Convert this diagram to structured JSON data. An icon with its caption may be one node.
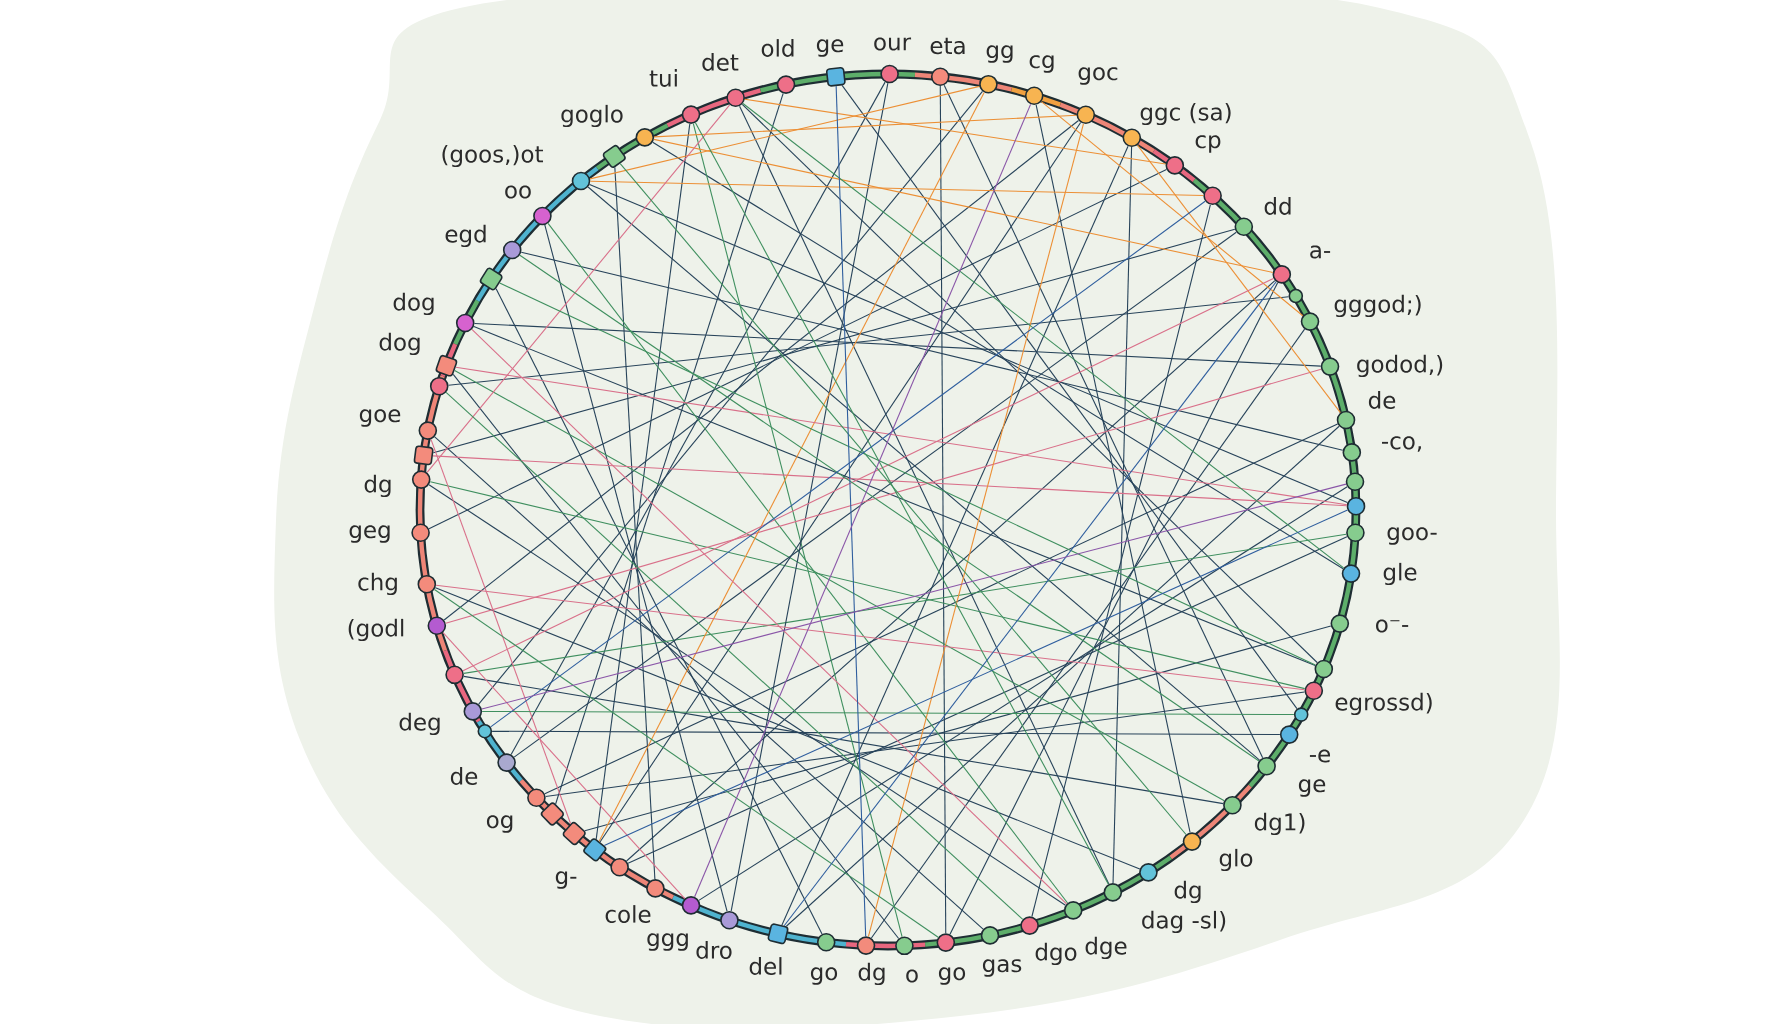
{
  "diagram": {
    "nodes": [
      {
        "text": [],
        "shape": "circle",
        "beside": [
          "dog"
        ]
      },
      {
        "text": [],
        "shape": "box"
      },
      {
        "text": [],
        "shape": "circle",
        "beside": [
          "egd"
        ]
      },
      {
        "text": [],
        "shape": "circle",
        "beside": [
          "oo"
        ]
      },
      {
        "text": [],
        "shape": "circle",
        "beside": [
          "(goos,)ot"
        ]
      },
      {
        "text": [],
        "shape": "box"
      },
      {
        "text": [],
        "shape": "circle",
        "beside": [
          "goglo"
        ]
      },
      {
        "text": [],
        "shape": "circle",
        "beside": [
          "tui"
        ]
      },
      {
        "text": [],
        "shape": "circle",
        "beside": [
          "det"
        ]
      },
      {
        "text": [],
        "shape": "circle",
        "beside": [
          "old"
        ]
      },
      {
        "text": [],
        "shape": "box",
        "beside": [
          "ge"
        ]
      },
      {
        "text": [],
        "shape": "circle",
        "beside": [
          "our"
        ]
      },
      {
        "text": [],
        "shape": "circle",
        "beside": [
          "eta"
        ]
      },
      {
        "text": [],
        "shape": "circle",
        "beside": [
          "gg"
        ]
      },
      {
        "text": [],
        "shape": "circle",
        "beside": [
          "cg"
        ]
      },
      {
        "text": [],
        "shape": "circle",
        "beside": [
          "goc"
        ]
      },
      {
        "text": [],
        "shape": "circle",
        "beside": [
          "ggc (sa)"
        ]
      },
      {
        "text": [],
        "shape": "circle",
        "beside": [
          "cp"
        ]
      },
      {
        "text": [],
        "shape": "circle"
      },
      {
        "text": [],
        "shape": "circle",
        "beside": [
          "dd"
        ]
      },
      {
        "text": [],
        "shape": "circle",
        "beside": [
          "a-"
        ]
      },
      {
        "text": [],
        "shape": "circle"
      },
      {
        "text": [],
        "shape": "circle",
        "beside": [
          "gggod;)"
        ]
      },
      {
        "text": [],
        "shape": "circle",
        "beside": [
          "godod,)"
        ]
      },
      {
        "text": [],
        "shape": "circle",
        "beside": [
          "de"
        ]
      },
      {
        "text": [],
        "shape": "circle",
        "beside": [
          "-co,"
        ]
      },
      {
        "text": [],
        "shape": "circle"
      },
      {
        "text": [],
        "shape": "circle"
      },
      {
        "text": [],
        "shape": "circle",
        "beside": [
          "goo-"
        ]
      },
      {
        "text": [],
        "shape": "circle",
        "beside": [
          "gle"
        ]
      },
      {
        "text": [],
        "shape": "circle",
        "beside": [
          "o⁻-"
        ]
      },
      {
        "text": [],
        "shape": "circle"
      },
      {
        "text": [],
        "shape": "circle",
        "beside": [
          "egrossd)"
        ]
      },
      {
        "text": [],
        "shape": "circle"
      },
      {
        "text": [],
        "shape": "circle",
        "beside": [
          "-e"
        ]
      },
      {
        "text": [],
        "shape": "circle",
        "beside": [
          "ge"
        ]
      },
      {
        "text": [],
        "shape": "circle",
        "beside": [
          "dg1)"
        ]
      },
      {
        "text": [],
        "shape": "circle",
        "beside": [
          "glo"
        ]
      },
      {
        "text": [],
        "shape": "circle",
        "beside": [
          "dg"
        ]
      },
      {
        "text": [],
        "shape": "circle",
        "beside": [
          "dag -sl)"
        ]
      },
      {
        "text": [],
        "shape": "circle",
        "beside": [
          "dge"
        ]
      },
      {
        "text": [],
        "shape": "circle",
        "beside": [
          "dgo"
        ]
      },
      {
        "text": [],
        "shape": "circle",
        "beside": [
          "gas"
        ]
      },
      {
        "text": [],
        "shape": "circle",
        "beside": [
          "go"
        ]
      },
      {
        "text": [],
        "shape": "circle",
        "beside": [
          "o"
        ]
      },
      {
        "text": [],
        "shape": "circle",
        "beside": [
          "dg"
        ]
      },
      {
        "text": [],
        "shape": "circle",
        "beside": [
          "go"
        ]
      },
      {
        "text": [],
        "shape": "box",
        "beside": [
          "del"
        ]
      },
      {
        "text": [],
        "shape": "circle",
        "beside": [
          "dro"
        ]
      },
      {
        "text": [],
        "shape": "circle",
        "beside": [
          "ggg"
        ]
      },
      {
        "text": [],
        "shape": "circle",
        "beside": [
          "cole"
        ]
      },
      {
        "text": [],
        "shape": "circle"
      },
      {
        "text": [],
        "shape": "box",
        "beside": [
          "g-"
        ]
      },
      {
        "text": [],
        "shape": "box"
      },
      {
        "text": [],
        "shape": "box"
      },
      {
        "text": [],
        "shape": "circle",
        "beside": [
          "og"
        ]
      },
      {
        "text": [],
        "shape": "circle",
        "beside": [
          "de"
        ]
      },
      {
        "text": [],
        "shape": "circle"
      },
      {
        "text": [],
        "shape": "circle",
        "beside": [
          "deg"
        ]
      },
      {
        "text": [],
        "shape": "circle"
      },
      {
        "text": [],
        "shape": "circle",
        "beside": [
          "(godl"
        ]
      },
      {
        "text": [],
        "shape": "circle",
        "beside": [
          "chg"
        ]
      },
      {
        "text": [],
        "shape": "circle",
        "beside": [
          "geg"
        ]
      },
      {
        "text": [],
        "shape": "circle",
        "beside": [
          "dg"
        ]
      },
      {
        "text": [],
        "shape": "box"
      },
      {
        "text": [],
        "shape": "circle",
        "beside": [
          "goe"
        ]
      },
      {
        "text": [],
        "shape": "circle"
      },
      {
        "text": [],
        "shape": "box",
        "beside": [
          "dog"
        ]
      }
    ],
    "edges": [
      {
        "from": 0,
        "to": 23,
        "arrow": "none"
      },
      {
        "from": 2,
        "to": 25,
        "arrow": "none"
      },
      {
        "from": 4,
        "to": 27,
        "arrow": "none"
      },
      {
        "from": 6,
        "to": 29,
        "arrow": "none"
      },
      {
        "from": 8,
        "to": 31,
        "arrow": "none"
      },
      {
        "from": 10,
        "to": 33,
        "arrow": "none"
      },
      {
        "from": 12,
        "to": 35,
        "arrow": "none"
      },
      {
        "from": 14,
        "to": 37,
        "arrow": "none"
      },
      {
        "from": 16,
        "to": 39,
        "arrow": "none"
      },
      {
        "from": 18,
        "to": 41,
        "arrow": "none"
      },
      {
        "from": 20,
        "to": 43,
        "arrow": "none"
      },
      {
        "from": 22,
        "to": 45,
        "arrow": "none"
      },
      {
        "from": 24,
        "to": 47,
        "arrow": "none"
      },
      {
        "from": 26,
        "to": 49,
        "arrow": "none"
      },
      {
        "from": 28,
        "to": 51,
        "arrow": "none"
      },
      {
        "from": 30,
        "to": 53,
        "arrow": "none"
      },
      {
        "from": 32,
        "to": 55,
        "arrow": "none"
      },
      {
        "from": 34,
        "to": 57,
        "arrow": "none"
      },
      {
        "from": 36,
        "to": 59,
        "arrow": "none"
      },
      {
        "from": 38,
        "to": 61,
        "arrow": "none"
      },
      {
        "from": 40,
        "to": 63,
        "arrow": "none"
      },
      {
        "from": 42,
        "to": 65,
        "arrow": "none"
      },
      {
        "from": 44,
        "to": 67,
        "arrow": "none"
      },
      {
        "from": 46,
        "to": 1,
        "arrow": "none"
      },
      {
        "from": 48,
        "to": 3,
        "arrow": "none"
      },
      {
        "from": 50,
        "to": 5,
        "arrow": "none"
      },
      {
        "from": 52,
        "to": 7,
        "arrow": "none"
      },
      {
        "from": 54,
        "to": 9,
        "arrow": "none"
      },
      {
        "from": 56,
        "to": 11,
        "arrow": "none"
      },
      {
        "from": 58,
        "to": 13,
        "arrow": "none"
      },
      {
        "from": 60,
        "to": 15,
        "arrow": "none"
      },
      {
        "from": 62,
        "to": 17,
        "arrow": "none"
      },
      {
        "from": 64,
        "to": 19,
        "arrow": "none"
      },
      {
        "from": 66,
        "to": 21,
        "arrow": "none"
      },
      {
        "from": 0,
        "to": 31,
        "arrow": "none"
      },
      {
        "from": 4,
        "to": 35,
        "arrow": "none"
      },
      {
        "from": 8,
        "to": 39,
        "arrow": "none"
      },
      {
        "from": 12,
        "to": 43,
        "arrow": "none"
      },
      {
        "from": 16,
        "to": 47,
        "arrow": "none"
      },
      {
        "from": 20,
        "to": 51,
        "arrow": "none"
      },
      {
        "from": 24,
        "to": 55,
        "arrow": "none"
      },
      {
        "from": 28,
        "to": 59,
        "arrow": "none",
        "color": "#3f8f5f"
      },
      {
        "from": 32,
        "to": 63,
        "arrow": "none",
        "color": "#3f8f5f"
      },
      {
        "from": 36,
        "to": 67,
        "arrow": "none",
        "color": "#3f8f5f"
      },
      {
        "from": 40,
        "to": 3,
        "arrow": "none",
        "color": "#3f8f5f"
      },
      {
        "from": 44,
        "to": 7,
        "arrow": "none",
        "color": "#3f8f5f"
      },
      {
        "from": 48,
        "to": 11,
        "arrow": "none"
      },
      {
        "from": 52,
        "to": 15,
        "arrow": "none"
      },
      {
        "from": 56,
        "to": 19,
        "arrow": "none"
      },
      {
        "from": 60,
        "to": 23,
        "arrow": "none",
        "color": "#d9708a"
      },
      {
        "from": 64,
        "to": 27,
        "arrow": "none",
        "color": "#d9708a"
      },
      {
        "from": 13,
        "to": 4,
        "arrow": "none",
        "color": "#ec8f35"
      },
      {
        "from": 14,
        "to": 22,
        "arrow": "none",
        "color": "#ec8f35"
      },
      {
        "from": 15,
        "to": 6,
        "arrow": "none",
        "color": "#ec8f35"
      },
      {
        "from": 16,
        "to": 24,
        "arrow": "none",
        "color": "#ec8f35"
      },
      {
        "from": 13,
        "to": 52,
        "arrow": "none",
        "color": "#ec8f35"
      },
      {
        "from": 15,
        "to": 45,
        "arrow": "none",
        "color": "#ec8f35"
      },
      {
        "from": 6,
        "to": 20,
        "arrow": "none",
        "color": "#ec8f35"
      },
      {
        "from": 4,
        "to": 18,
        "arrow": "none",
        "color": "#ec8f35"
      },
      {
        "from": 8,
        "to": 17,
        "arrow": "none",
        "color": "#ec8f35"
      },
      {
        "from": 59,
        "to": 20,
        "arrow": "none",
        "color": "#d9708a"
      },
      {
        "from": 61,
        "to": 32,
        "arrow": "none",
        "color": "#d9708a"
      },
      {
        "from": 63,
        "to": 8,
        "arrow": "none",
        "color": "#d9708a"
      },
      {
        "from": 65,
        "to": 53,
        "arrow": "none",
        "color": "#d9708a"
      },
      {
        "from": 67,
        "to": 27,
        "arrow": "none",
        "color": "#d9708a"
      },
      {
        "from": 60,
        "to": 49,
        "arrow": "none",
        "color": "#d9708a"
      },
      {
        "from": 0,
        "to": 40,
        "arrow": "none",
        "color": "#d9708a"
      },
      {
        "from": 29,
        "to": 8,
        "arrow": "none",
        "color": "#3f8f5f"
      },
      {
        "from": 31,
        "to": 1,
        "arrow": "none",
        "color": "#3f8f5f"
      },
      {
        "from": 33,
        "to": 58,
        "arrow": "none",
        "color": "#3f8f5f"
      },
      {
        "from": 35,
        "to": 2,
        "arrow": "none",
        "color": "#3f8f5f"
      },
      {
        "from": 37,
        "to": 5,
        "arrow": "none",
        "color": "#3f8f5f"
      },
      {
        "from": 39,
        "to": 7,
        "arrow": "none",
        "color": "#3f8f5f"
      },
      {
        "from": 41,
        "to": 66,
        "arrow": "none",
        "color": "#3f8f5f"
      },
      {
        "from": 43,
        "to": 61,
        "arrow": "none",
        "color": "#3f8f5f"
      },
      {
        "from": 10,
        "to": 45,
        "arrow": "none",
        "color": "#2f5e9e"
      },
      {
        "from": 27,
        "to": 52,
        "arrow": "none",
        "color": "#2f5e9e"
      },
      {
        "from": 47,
        "to": 20,
        "arrow": "none",
        "color": "#2f5e9e"
      },
      {
        "from": 57,
        "to": 18,
        "arrow": "none",
        "color": "#2f5e9e"
      },
      {
        "from": 49,
        "to": 14,
        "arrow": "none",
        "color": "#8a56a8"
      },
      {
        "from": 58,
        "to": 26,
        "arrow": "none",
        "color": "#8a56a8"
      }
    ]
  }
}
